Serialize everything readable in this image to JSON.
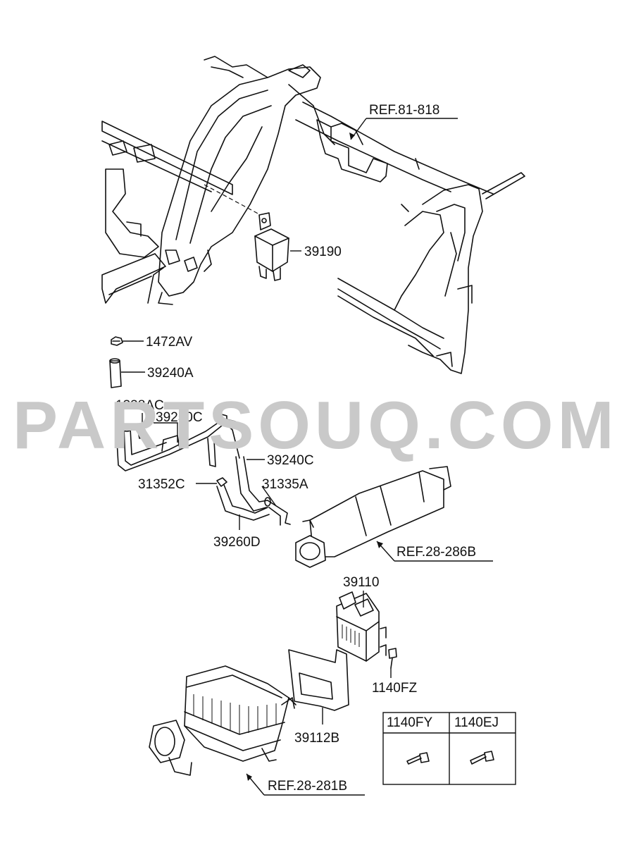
{
  "watermark": "PARTSOUQ.COM",
  "callouts": {
    "ref_81_818": "REF.81-818",
    "p39190": "39190",
    "p1472AV": "1472AV",
    "p39240A": "39240A",
    "p1338AC": "1338AC",
    "p39250C": "39250C",
    "p39240C": "39240C",
    "p31352C": "31352C",
    "p31335A": "31335A",
    "p39260D": "39260D",
    "ref_28_286B": "REF.28-286B",
    "p39110": "39110",
    "p1140FZ": "1140FZ",
    "p39112B": "39112B",
    "ref_28_281B": "REF.28-281B"
  },
  "table": {
    "headers": [
      "1140FY",
      "1140EJ"
    ]
  }
}
